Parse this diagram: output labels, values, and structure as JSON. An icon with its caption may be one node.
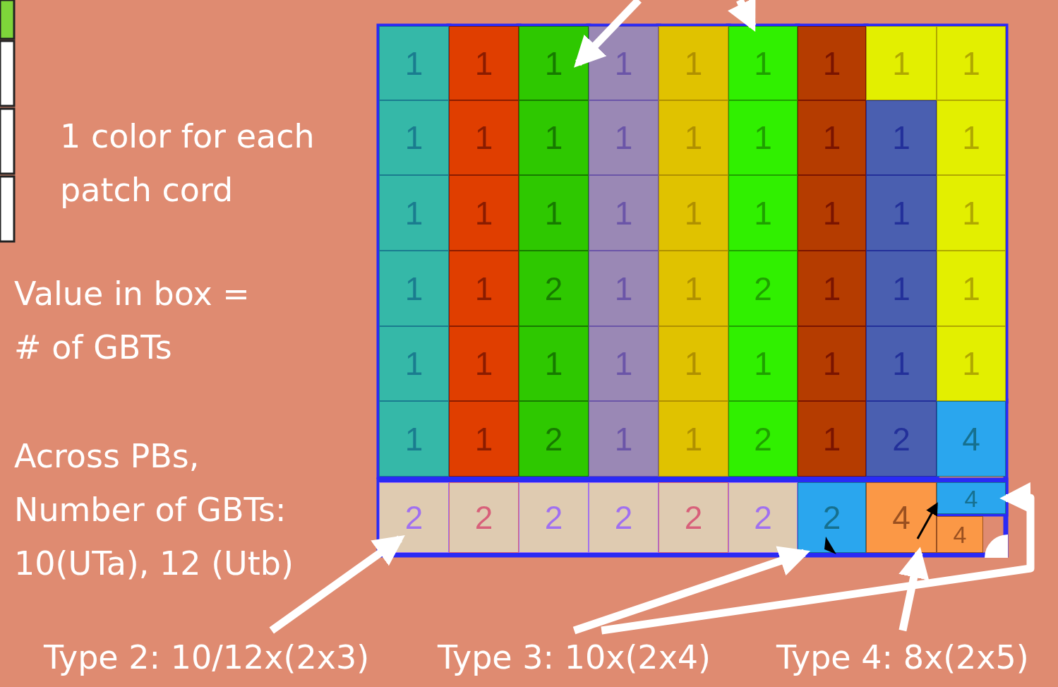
{
  "diagram": {
    "nodes": [
      {
        "text": [
          "1"
        ]
      },
      {
        "text": [
          "1"
        ]
      },
      {
        "text": [
          "1"
        ]
      },
      {
        "text": [
          "1"
        ]
      },
      {
        "text": [
          "1"
        ]
      },
      {
        "text": [
          "1"
        ]
      },
      {
        "text": [
          "1"
        ]
      },
      {
        "text": [
          "1"
        ]
      },
      {
        "text": [
          "1"
        ]
      },
      {
        "text": [
          "1"
        ]
      },
      {
        "text": [
          "1"
        ]
      },
      {
        "text": [
          "1"
        ]
      },
      {
        "text": [
          "1"
        ]
      },
      {
        "text": [
          "1"
        ]
      },
      {
        "text": [
          "1"
        ]
      },
      {
        "text": [
          "1"
        ]
      },
      {
        "text": [
          "1"
        ]
      },
      {
        "text": [
          "1"
        ]
      },
      {
        "text": [
          "1"
        ]
      },
      {
        "text": [
          "1"
        ]
      },
      {
        "text": [
          "1"
        ]
      },
      {
        "text": [
          "1"
        ]
      },
      {
        "text": [
          "1"
        ]
      },
      {
        "text": [
          "1"
        ]
      },
      {
        "text": [
          "1"
        ]
      },
      {
        "text": [
          "1"
        ]
      },
      {
        "text": [
          "1"
        ]
      },
      {
        "text": [
          "1"
        ]
      },
      {
        "text": [
          "1"
        ]
      },
      {
        "text": [
          "2"
        ]
      },
      {
        "text": [
          "1"
        ]
      },
      {
        "text": [
          "1"
        ]
      },
      {
        "text": [
          "2"
        ]
      },
      {
        "text": [
          "1"
        ]
      },
      {
        "text": [
          "1"
        ]
      },
      {
        "text": [
          "1"
        ]
      },
      {
        "text": [
          "1"
        ]
      },
      {
        "text": [
          "1"
        ]
      },
      {
        "text": [
          "1"
        ]
      },
      {
        "text": [
          "1"
        ]
      },
      {
        "text": [
          "1"
        ]
      },
      {
        "text": [
          "1"
        ]
      },
      {
        "text": [
          "1"
        ]
      },
      {
        "text": [
          "1"
        ]
      },
      {
        "text": [
          "1"
        ]
      },
      {
        "text": [
          "1"
        ]
      },
      {
        "text": [
          "1"
        ]
      },
      {
        "text": [
          "2"
        ]
      },
      {
        "text": [
          "1"
        ]
      },
      {
        "text": [
          "1"
        ]
      },
      {
        "text": [
          "2"
        ]
      },
      {
        "text": [
          "1"
        ]
      },
      {
        "text": [
          "2"
        ]
      },
      {
        "text": [
          "4"
        ]
      },
      {
        "text": [
          "2"
        ]
      },
      {
        "text": [
          "2"
        ]
      },
      {
        "text": [
          "2"
        ]
      },
      {
        "text": [
          "2"
        ]
      },
      {
        "text": [
          "2"
        ]
      },
      {
        "text": [
          "2"
        ]
      },
      {
        "text": [
          "2"
        ]
      },
      {
        "text": [
          "4"
        ]
      },
      {
        "text": [
          "4"
        ]
      },
      {
        "text": [
          "4"
        ]
      },
      {
        "text": [
          "Type 2: 10/12x(2x3)"
        ]
      },
      {
        "text": [
          "Type 3: 10x(2x4)"
        ]
      },
      {
        "text": [
          "Type 4: 8x(2x5)"
        ]
      }
    ],
    "edges": [
      {
        "from": null,
        "to": 2,
        "arrow": "to"
      },
      {
        "from": null,
        "to": 5,
        "arrow": "to"
      },
      {
        "from": 64,
        "to": 54,
        "arrow": "to"
      },
      {
        "from": 65,
        "to": 60,
        "arrow": "to"
      },
      {
        "from": 65,
        "to": 62,
        "arrow": "to"
      },
      {
        "from": 66,
        "to": 61,
        "arrow": "to"
      },
      {
        "from": 61,
        "to": 62,
        "arrow": "to",
        "color": "#000000"
      }
    ],
    "labels": [
      "1 color for each patch cord",
      "Value in box = # of GBTs",
      "Across PBs, Number of GBTs: 10(UTa), 12 (Utb)"
    ]
  }
}
